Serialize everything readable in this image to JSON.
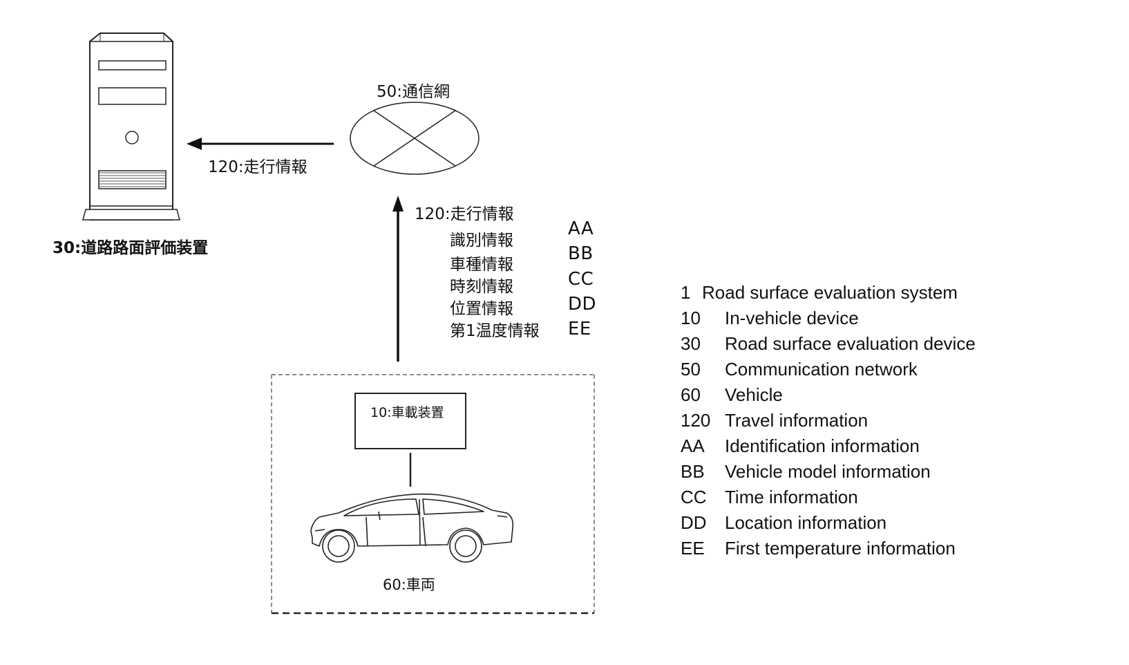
{
  "server": {
    "label": "30:道路路面評価装置"
  },
  "network": {
    "label": "50:通信網"
  },
  "arrows": {
    "to_server": "120:走行情報",
    "to_network": "120:走行情報"
  },
  "info_items": [
    {
      "jp": "識別情報",
      "code": "AA"
    },
    {
      "jp": "車種情報",
      "code": "BB"
    },
    {
      "jp": "時刻情報",
      "code": "CC"
    },
    {
      "jp": "位置情報",
      "code": "DD"
    },
    {
      "jp": "第1温度情報",
      "code": "EE"
    }
  ],
  "vehicle": {
    "device_label": "10:車載装置",
    "label": "60:車両"
  },
  "legend": [
    {
      "num": "1",
      "desc": "Road surface evaluation system"
    },
    {
      "num": "10",
      "desc": "In-vehicle device"
    },
    {
      "num": "30",
      "desc": "Road surface evaluation device"
    },
    {
      "num": "50",
      "desc": "Communication network"
    },
    {
      "num": "60",
      "desc": "Vehicle"
    },
    {
      "num": "120",
      "desc": "Travel information"
    },
    {
      "num": "AA",
      "desc": "Identification information"
    },
    {
      "num": "BB",
      "desc": "Vehicle model information"
    },
    {
      "num": "CC",
      "desc": "Time information"
    },
    {
      "num": "DD",
      "desc": "Location information"
    },
    {
      "num": "EE",
      "desc": "First temperature information"
    }
  ]
}
